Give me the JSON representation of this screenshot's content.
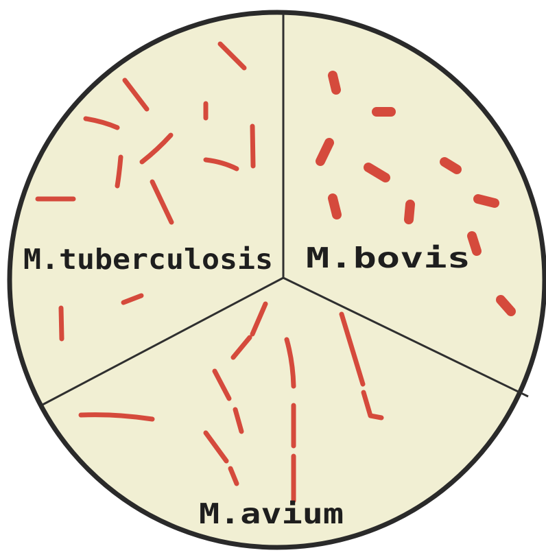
{
  "diagram": {
    "sections": [
      {
        "key": "tuberculosis",
        "label": "M.tuberculosis"
      },
      {
        "key": "bovis",
        "label": "M.bovis"
      },
      {
        "key": "avium",
        "label": "M.avium"
      }
    ],
    "colors": {
      "plate_fill": "#f1efd3",
      "outline": "#2a2a2a",
      "divider": "#2f2f2f",
      "bacteria": "#d54a3c",
      "label_text": "#1e1e1e"
    }
  }
}
